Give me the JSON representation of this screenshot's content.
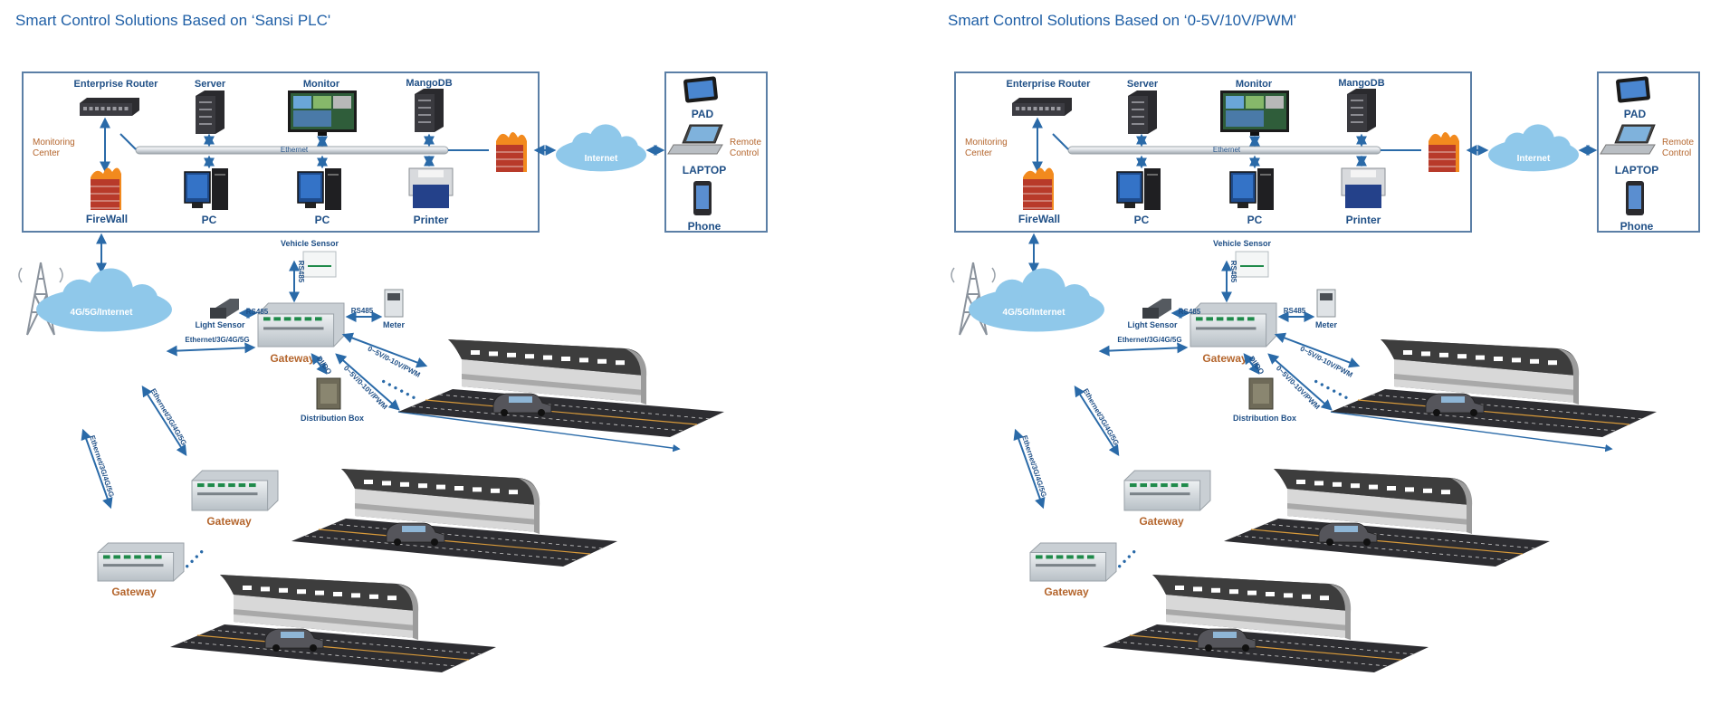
{
  "colors": {
    "title": "#1f5fa6",
    "frame": "#5b7fa6",
    "label_blue": "#1f4f86",
    "label_orange": "#b4652c",
    "arrow": "#2a6aa8",
    "cloud": "#8fc8ea",
    "road": "#2d2d31",
    "tunnel": "#3d3d3d"
  },
  "panels": [
    {
      "title": "Smart Control Solutions Based on ‘Sansi PLC'",
      "labels": {
        "enterprise_router": "Enterprise Router",
        "server": "Server",
        "monitor": "Monitor",
        "mangodb": "MangoDB",
        "monitoring_center": [
          "Monitoring",
          "Center"
        ],
        "firewall": "FireWall",
        "pc1": "PC",
        "pc2": "PC",
        "printer": "Printer",
        "ethernet": "Ethernet",
        "internet": "Internet",
        "pad": "PAD",
        "laptop": "LAPTOP",
        "phone": "Phone",
        "remote_control": [
          "Remote",
          "Control"
        ],
        "network": "4G/5G/Internet",
        "vehicle_sensor": "Vehicle Sensor",
        "rs485_vertical": "RS485",
        "rs485_light": "RS485",
        "rs485_meter": "RS485",
        "light_sensor": "Light Sensor",
        "meter": "Meter",
        "ethernet_link": "Ethernet/3G/4G/5G",
        "gateway_main": "Gateway",
        "dido": "DI/DO",
        "analog1": "0~5V/0-10V/PWM",
        "analog2": "0~5V/0-10V/PWM",
        "distribution_box": "Distribution Box",
        "ethernet_diag1": "Ethernet/3G/4G/5G",
        "ethernet_diag2": "Ethernet/3G/4G/5G",
        "gateway_2": "Gateway",
        "gateway_3": "Gateway"
      }
    },
    {
      "title": "Smart Control Solutions Based on ‘0-5V/10V/PWM'",
      "labels": {
        "enterprise_router": "Enterprise Router",
        "server": "Server",
        "monitor": "Monitor",
        "mangodb": "MangoDB",
        "monitoring_center": [
          "Monitoring",
          "Center"
        ],
        "firewall": "FireWall",
        "pc1": "PC",
        "pc2": "PC",
        "printer": "Printer",
        "ethernet": "Ethernet",
        "internet": "Internet",
        "pad": "PAD",
        "laptop": "LAPTOP",
        "phone": "Phone",
        "remote_control": [
          "Remote",
          "Control"
        ],
        "network": "4G/5G/Internet",
        "vehicle_sensor": "Vehicle Sensor",
        "rs485_vertical": "RS485",
        "rs485_light": "RS485",
        "rs485_meter": "RS485",
        "light_sensor": "Light Sensor",
        "meter": "Meter",
        "ethernet_link": "Ethernet/3G/4G/5G",
        "gateway_main": "Gateway",
        "dido": "DI/DO",
        "analog1": "0~5V/0-10V/PWM",
        "analog2": "0~5V/0-10V/PWM",
        "distribution_box": "Distribution Box",
        "ethernet_diag1": "Ethernet/3G/4G/5G",
        "ethernet_diag2": "Ethernet/3G/4G/5G",
        "gateway_2": "Gateway",
        "gateway_3": "Gateway"
      }
    }
  ]
}
